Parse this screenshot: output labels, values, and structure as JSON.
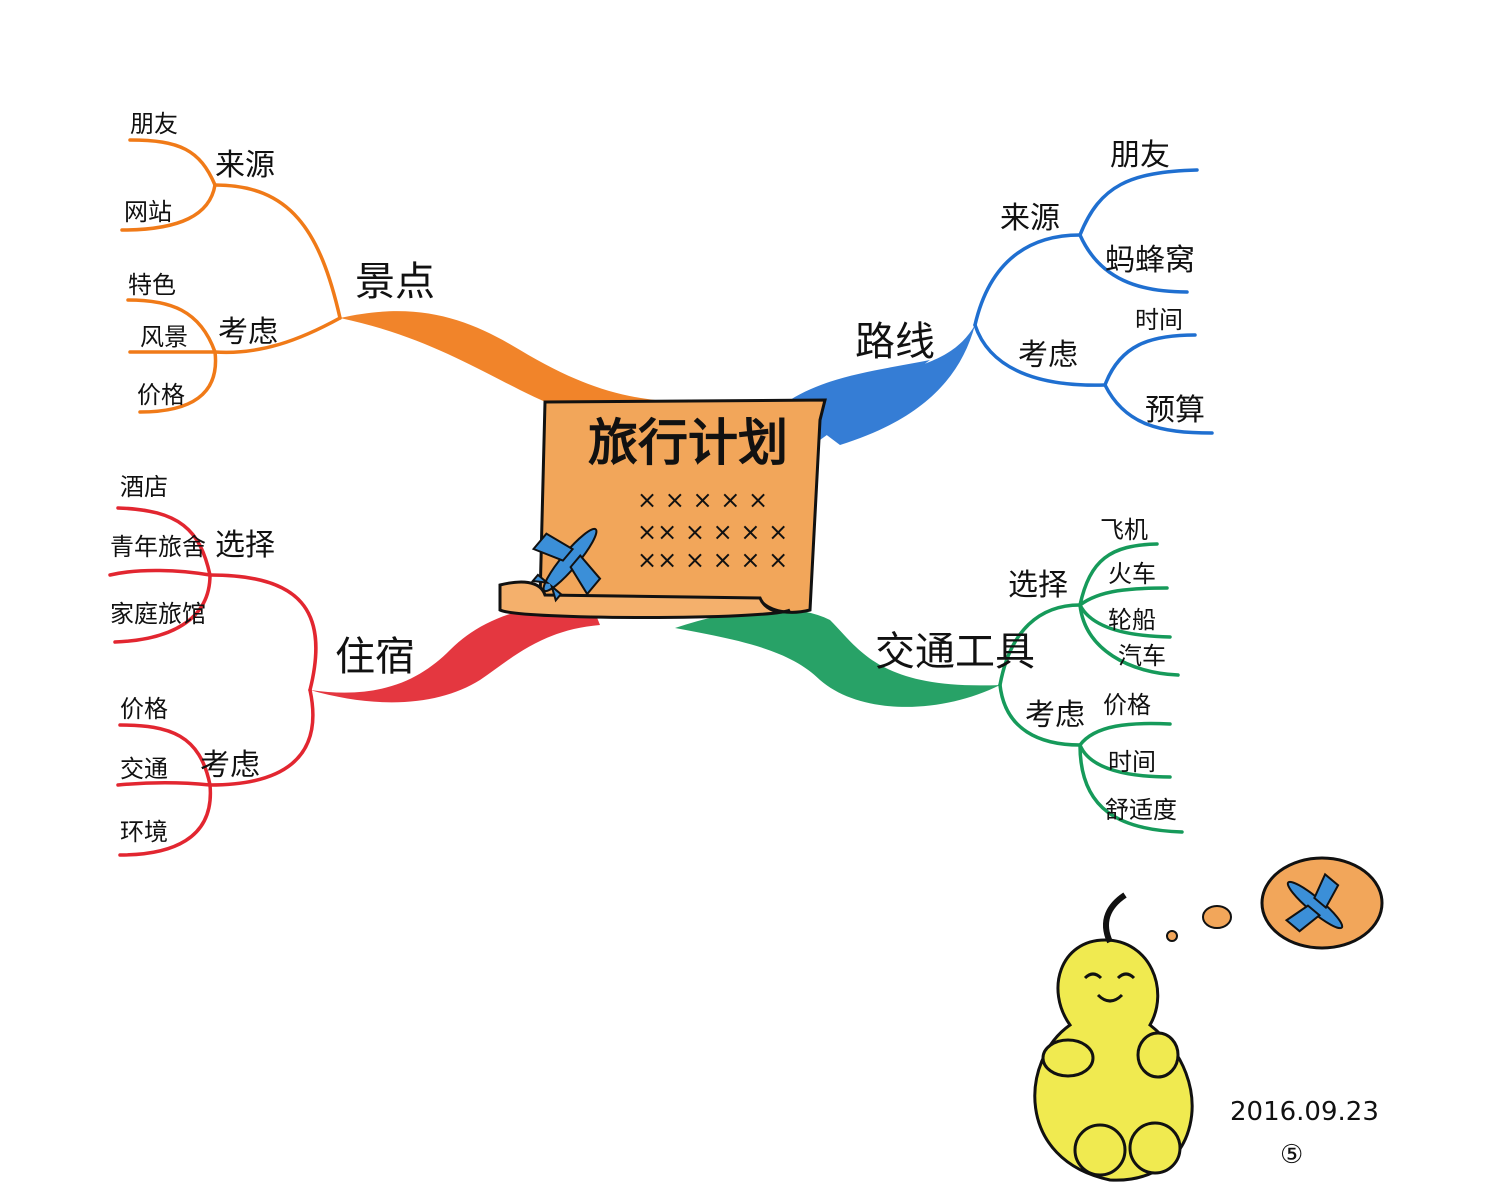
{
  "title": "旅行计划",
  "colors": {
    "scenic": "#f07a18",
    "route": "#1f6fd0",
    "lodging": "#e22630",
    "transport": "#169a5a",
    "scroll": "#f2a65a",
    "plane": "#3b8fd8",
    "pear": "#f0ea50"
  },
  "branches": {
    "scenic": {
      "label": "景点",
      "source": {
        "label": "来源",
        "items": [
          "朋友",
          "网站"
        ]
      },
      "consider": {
        "label": "考虑",
        "items": [
          "特色",
          "风景",
          "价格"
        ]
      }
    },
    "route": {
      "label": "路线",
      "source": {
        "label": "来源",
        "items": [
          "朋友",
          "蚂蜂窝"
        ]
      },
      "consider": {
        "label": "考虑",
        "items": [
          "时间",
          "预算"
        ]
      }
    },
    "lodging": {
      "label": "住宿",
      "choice": {
        "label": "选择",
        "items": [
          "酒店",
          "青年旅舍",
          "家庭旅馆"
        ]
      },
      "consider": {
        "label": "考虑",
        "items": [
          "价格",
          "交通",
          "环境"
        ]
      }
    },
    "transport": {
      "label": "交通工具",
      "choice": {
        "label": "选择",
        "items": [
          "飞机",
          "火车",
          "轮船",
          "汽车"
        ]
      },
      "consider": {
        "label": "考虑",
        "items": [
          "价格",
          "时间",
          "舒适度"
        ]
      }
    }
  },
  "scroll_marks": [
    "× × × × ×",
    "×× × × × ×",
    "×× × × × ×"
  ],
  "date": "2016.09.23",
  "page_number": "⑤"
}
